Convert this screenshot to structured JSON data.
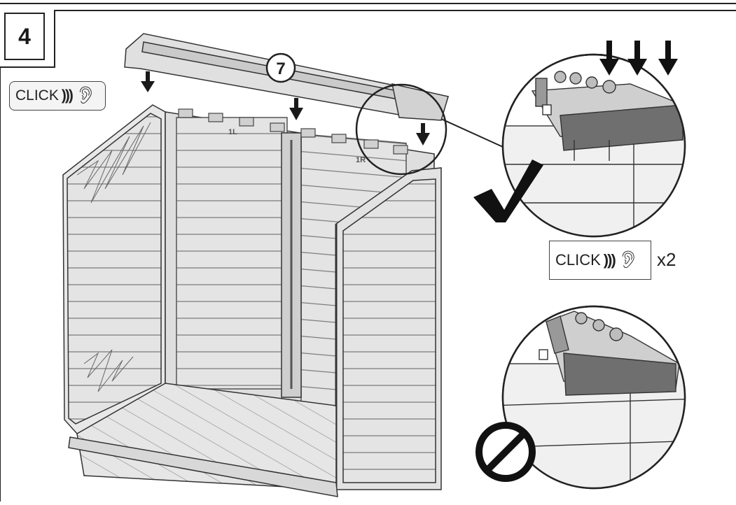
{
  "step": {
    "number": "4"
  },
  "part": {
    "number": "7"
  },
  "panel_labels": {
    "left": "1L",
    "right": "1R"
  },
  "click_left": {
    "text": "CLICK",
    "icon": "sound-ear-icon"
  },
  "click_right": {
    "text": "CLICK",
    "icon": "sound-ear-icon",
    "multiplier": "x2"
  },
  "result_icons": {
    "correct": "check-mark-icon",
    "incorrect": "prohibited-icon"
  },
  "colors": {
    "line": "#1a1a1a",
    "panel": "#d6d6d6",
    "panel_dark": "#6f6f6f",
    "background": "#ffffff"
  }
}
